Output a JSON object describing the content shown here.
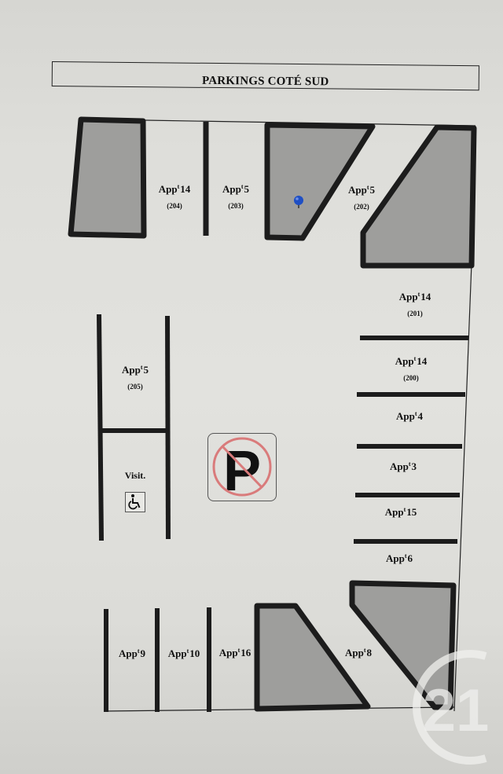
{
  "title": "PARKINGS COTÉ SUD",
  "colors": {
    "paper": "#e0e0dc",
    "block_fill": "#9e9e9c",
    "block_stroke": "#1c1c1c",
    "no_parking_red": "#d97b7b",
    "pin_blue": "#1f4fc4",
    "watermark": "#f0f0ee"
  },
  "spaces": {
    "top": [
      {
        "prefix": "App",
        "sup": "t",
        "apt": "14",
        "number": "(204)"
      },
      {
        "prefix": "App",
        "sup": "t",
        "apt": "5",
        "number": "(203)"
      },
      {
        "prefix": "App",
        "sup": "t",
        "apt": "5",
        "number": "(202)"
      }
    ],
    "right": [
      {
        "prefix": "App",
        "sup": "t",
        "apt": "14",
        "number": "(201)"
      },
      {
        "prefix": "App",
        "sup": "t",
        "apt": "14",
        "number": "(200)"
      },
      {
        "prefix": "App",
        "sup": "t",
        "apt": "4",
        "number": ""
      },
      {
        "prefix": "App",
        "sup": "t",
        "apt": "3",
        "number": ""
      },
      {
        "prefix": "App",
        "sup": "t",
        "apt": "15",
        "number": ""
      },
      {
        "prefix": "App",
        "sup": "t",
        "apt": "6",
        "number": ""
      }
    ],
    "left": [
      {
        "prefix": "App",
        "sup": "t",
        "apt": "5",
        "number": "(205)"
      }
    ],
    "bottom": [
      {
        "prefix": "App",
        "sup": "t",
        "apt": "9",
        "number": ""
      },
      {
        "prefix": "App",
        "sup": "t",
        "apt": "10",
        "number": ""
      },
      {
        "prefix": "App",
        "sup": "t",
        "apt": "16",
        "number": ""
      },
      {
        "prefix": "App",
        "sup": "t",
        "apt": "8",
        "number": ""
      }
    ]
  },
  "visitor": {
    "label": "Visit.",
    "icon": "wheelchair-icon"
  },
  "center_sign": {
    "icon": "no-parking-icon",
    "letter": "P"
  },
  "watermark": {
    "text": "21",
    "icon": "century21-logo"
  }
}
